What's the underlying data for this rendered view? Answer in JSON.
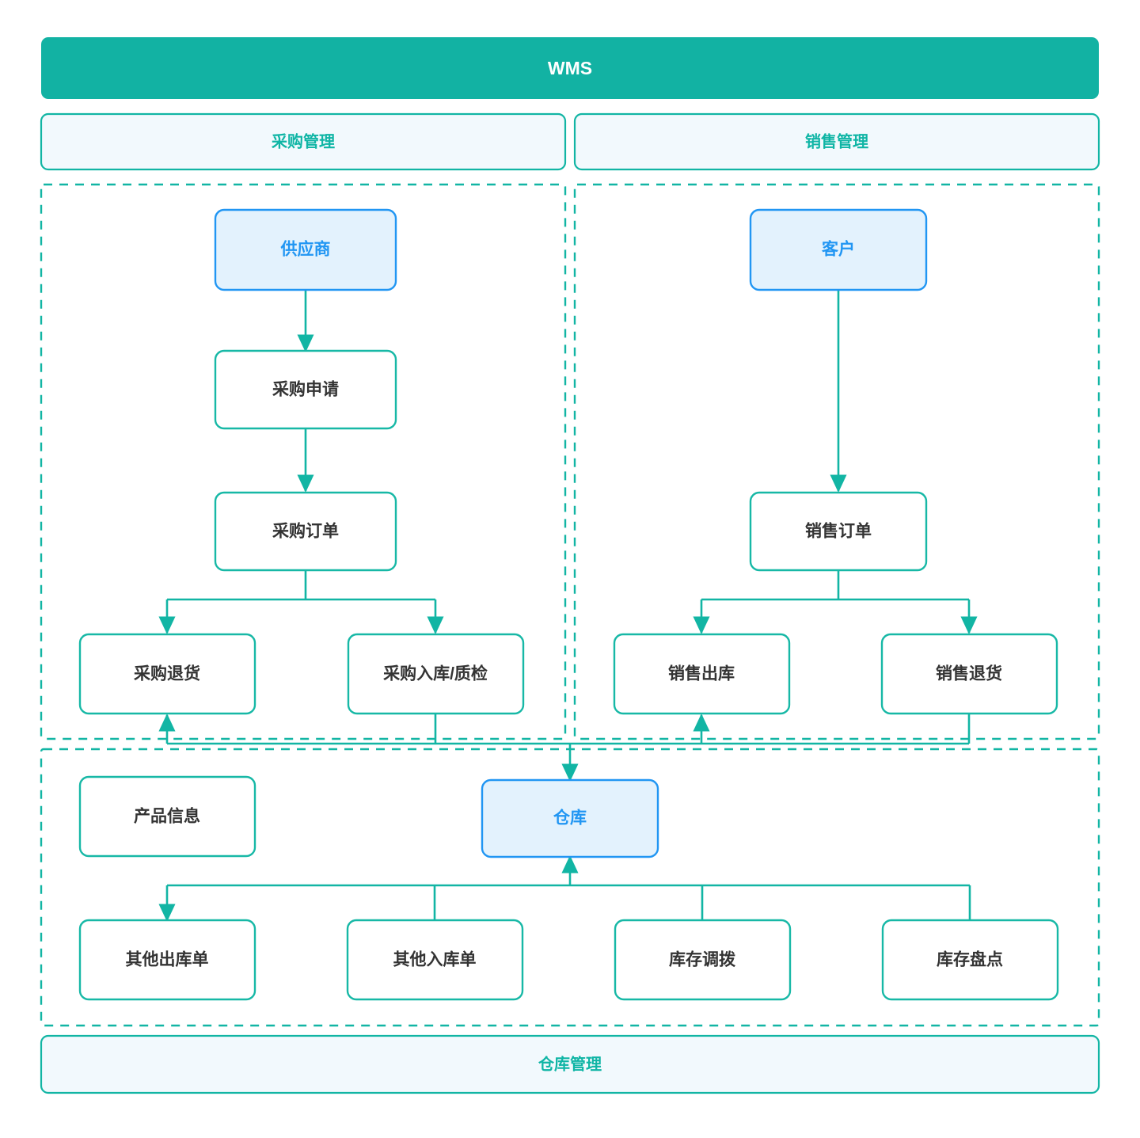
{
  "diagram": {
    "title": "WMS",
    "colors": {
      "teal": "#0fb5a5",
      "teal_fill": "#f2f9fb",
      "blue": "#2196f3",
      "blue_fill": "#e3f2fd",
      "node_border": "#17b8a6",
      "node_fill": "#ffffff",
      "text_dark": "#333333",
      "white": "#ffffff"
    },
    "header": {
      "label": "WMS"
    },
    "groups": [
      {
        "id": "purchase",
        "label": "采购管理"
      },
      {
        "id": "sales",
        "label": "销售管理"
      },
      {
        "id": "warehouse",
        "label": "仓库管理"
      }
    ],
    "nodes": [
      {
        "id": "supplier",
        "label": "供应商",
        "style": "accent",
        "group": "purchase"
      },
      {
        "id": "pur-request",
        "label": "采购申请",
        "style": "plain",
        "group": "purchase"
      },
      {
        "id": "pur-order",
        "label": "采购订单",
        "style": "plain",
        "group": "purchase"
      },
      {
        "id": "pur-return",
        "label": "采购退货",
        "style": "plain",
        "group": "purchase"
      },
      {
        "id": "pur-inbound",
        "label": "采购入库/质检",
        "style": "plain",
        "group": "purchase"
      },
      {
        "id": "customer",
        "label": "客户",
        "style": "accent",
        "group": "sales"
      },
      {
        "id": "sale-order",
        "label": "销售订单",
        "style": "plain",
        "group": "sales"
      },
      {
        "id": "sale-outbound",
        "label": "销售出库",
        "style": "plain",
        "group": "sales"
      },
      {
        "id": "sale-return",
        "label": "销售退货",
        "style": "plain",
        "group": "sales"
      },
      {
        "id": "product-info",
        "label": "产品信息",
        "style": "plain",
        "group": "warehouse"
      },
      {
        "id": "warehouse",
        "label": "仓库",
        "style": "accent",
        "group": "warehouse"
      },
      {
        "id": "other-out",
        "label": "其他出库单",
        "style": "plain",
        "group": "warehouse"
      },
      {
        "id": "other-in",
        "label": "其他入库单",
        "style": "plain",
        "group": "warehouse"
      },
      {
        "id": "stock-move",
        "label": "库存调拨",
        "style": "plain",
        "group": "warehouse"
      },
      {
        "id": "stock-count",
        "label": "库存盘点",
        "style": "plain",
        "group": "warehouse"
      }
    ],
    "edges": [
      {
        "from": "supplier",
        "to": "pur-request"
      },
      {
        "from": "pur-request",
        "to": "pur-order"
      },
      {
        "from": "pur-order",
        "to": "pur-return"
      },
      {
        "from": "pur-order",
        "to": "pur-inbound"
      },
      {
        "from": "customer",
        "to": "sale-order"
      },
      {
        "from": "sale-order",
        "to": "sale-outbound"
      },
      {
        "from": "sale-order",
        "to": "sale-return"
      },
      {
        "from": "pur-inbound",
        "to": "warehouse"
      },
      {
        "from": "sale-return",
        "to": "warehouse"
      },
      {
        "from": "warehouse",
        "to": "pur-return"
      },
      {
        "from": "warehouse",
        "to": "sale-outbound"
      },
      {
        "from": "other-in",
        "to": "warehouse"
      },
      {
        "from": "stock-move",
        "to": "warehouse"
      },
      {
        "from": "stock-count",
        "to": "warehouse"
      },
      {
        "from": "warehouse",
        "to": "other-out"
      }
    ]
  }
}
